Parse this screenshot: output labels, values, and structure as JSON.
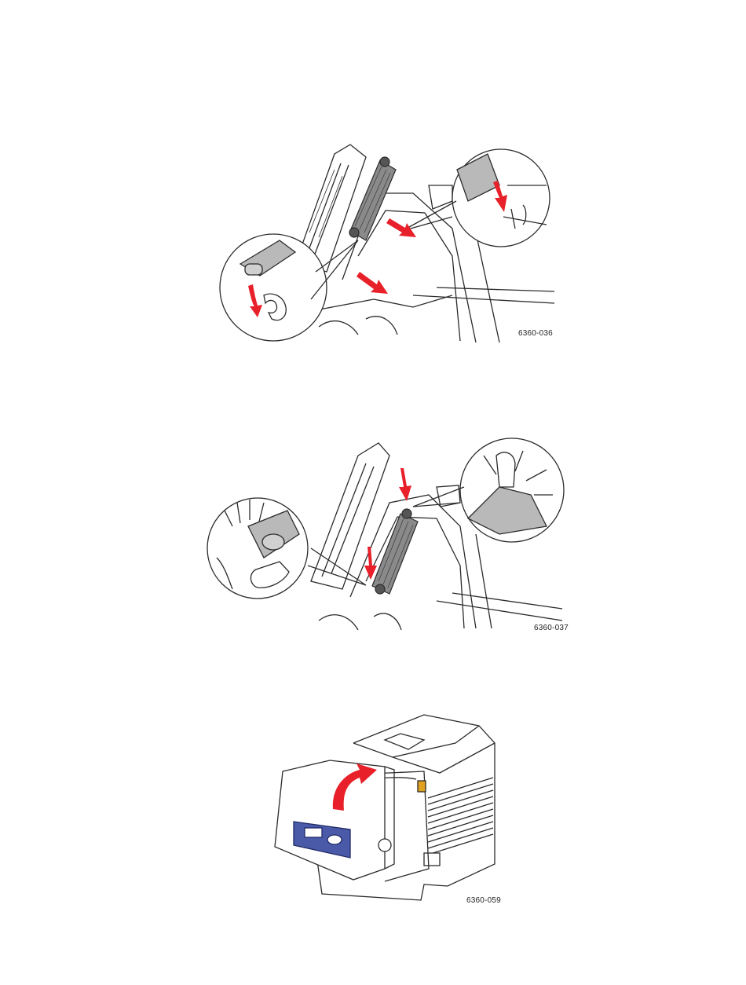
{
  "figures": [
    {
      "id": "fig1",
      "label": "6360-036"
    },
    {
      "id": "fig2",
      "label": "6360-037"
    },
    {
      "id": "fig3",
      "label": "6360-059"
    }
  ],
  "colors": {
    "arrow": "#e8202a",
    "line": "#2b2b2b",
    "shade": "#b9b9b9",
    "panel": "#4a5aa8"
  }
}
